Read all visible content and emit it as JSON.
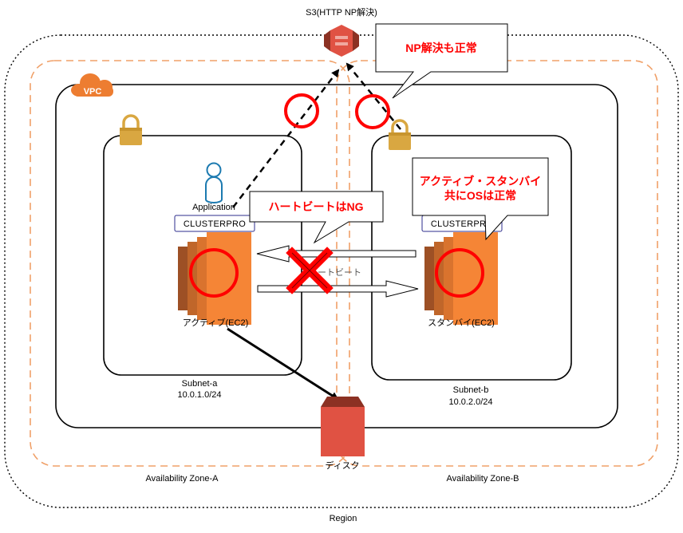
{
  "diagram": {
    "region_label": "Region",
    "vpc_label": "VPC",
    "az_a_label": "Availability Zone-A",
    "az_b_label": "Availability Zone-B",
    "subnet_a": {
      "name": "Subnet-a",
      "cidr": "10.0.1.0/24"
    },
    "subnet_b": {
      "name": "Subnet-b",
      "cidr": "10.0.2.0/24"
    },
    "s3_label": "S3(HTTP NP解決)",
    "application_label": "Application",
    "clusterpro_label": "CLUSTERPRO",
    "clusterpro_label_b": "CLUSTERPRO",
    "active_ec2_label": "アクティブ(EC2)",
    "standby_ec2_label": "スタンバイ(EC2)",
    "disk_label": "ディスク",
    "heartbeat_label": "ハートビート",
    "callouts": {
      "np_ok": "NP解決も正常",
      "heartbeat_ng": "ハートビートはNG",
      "os_ok_line1": "アクティブ・スタンバイ",
      "os_ok_line2": "共にOSは正常"
    },
    "colors": {
      "orange_aws": "#ed7d31",
      "az_dash": "#f0a068",
      "ec2_orange": "#f58536",
      "ec2_dark": "#9d5025",
      "s3_red": "#e05243",
      "s3_dark": "#8c3123",
      "disk_red": "#e05243",
      "lock_gold": "#d9a741",
      "app_blue": "#1c7ab0",
      "clusterpro_border": "#2c2c8c",
      "alert_red": "#ff0000"
    }
  }
}
